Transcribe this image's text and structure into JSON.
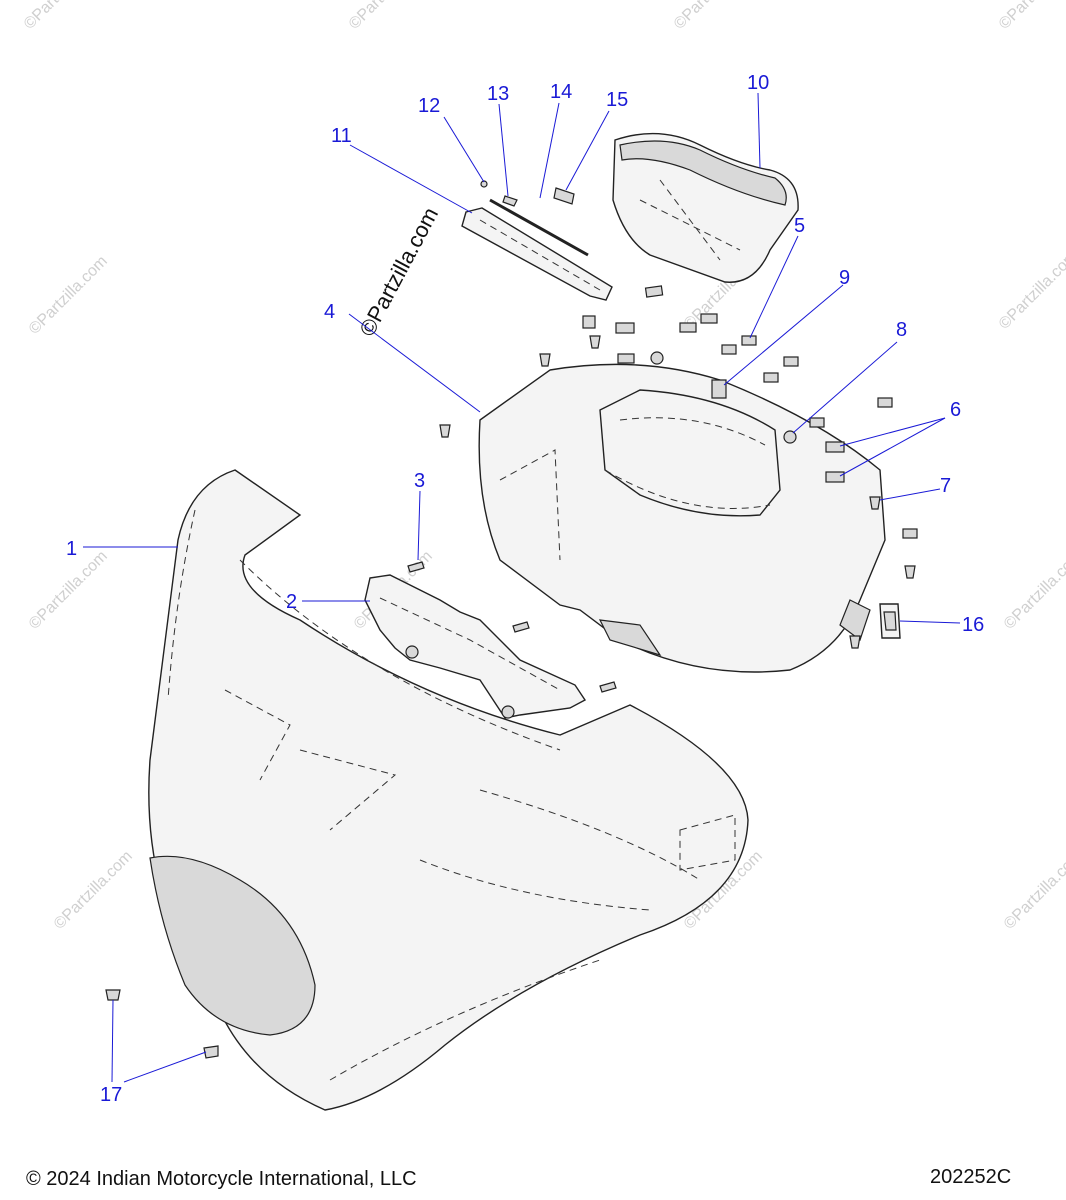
{
  "watermarks": {
    "brand": "©Partzilla.com"
  },
  "callouts": [
    {
      "id": "1",
      "label": "1"
    },
    {
      "id": "2",
      "label": "2"
    },
    {
      "id": "3",
      "label": "3"
    },
    {
      "id": "4",
      "label": "4"
    },
    {
      "id": "5",
      "label": "5"
    },
    {
      "id": "6",
      "label": "6"
    },
    {
      "id": "7",
      "label": "7"
    },
    {
      "id": "8",
      "label": "8"
    },
    {
      "id": "9",
      "label": "9"
    },
    {
      "id": "10",
      "label": "10"
    },
    {
      "id": "11",
      "label": "11"
    },
    {
      "id": "12",
      "label": "12"
    },
    {
      "id": "13",
      "label": "13"
    },
    {
      "id": "14",
      "label": "14"
    },
    {
      "id": "15",
      "label": "15"
    },
    {
      "id": "16",
      "label": "16"
    },
    {
      "id": "17",
      "label": "17"
    }
  ],
  "footer": {
    "copyright": "© 2024 Indian Motorcycle International, LLC",
    "diagram_code": "202252C"
  },
  "colors": {
    "callout": "#1a1ad6",
    "line_art": "#222222"
  }
}
